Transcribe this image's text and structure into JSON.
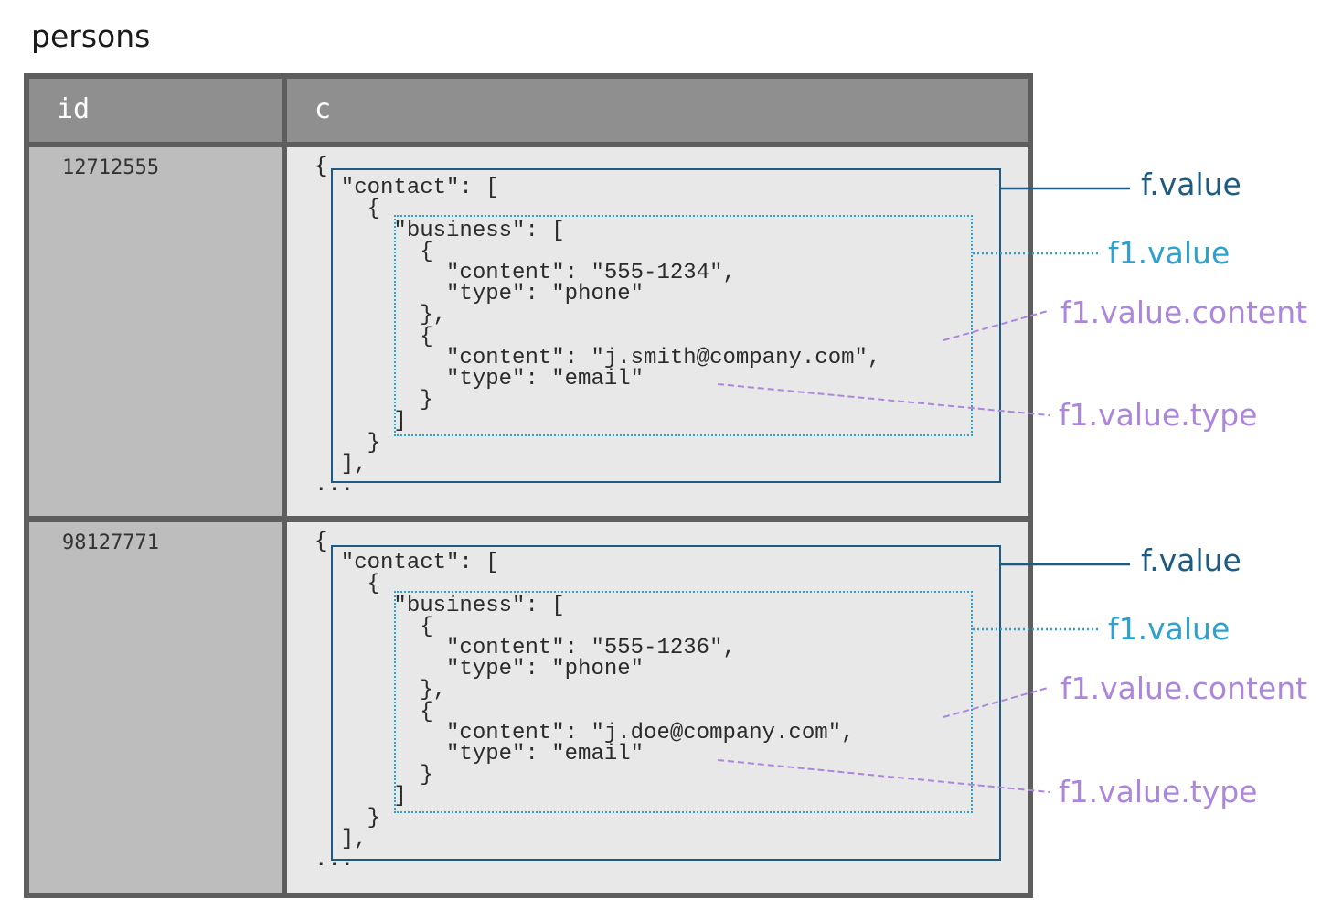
{
  "caption": "persons",
  "columns": [
    "id",
    "c"
  ],
  "rows": [
    {
      "id": "12712555",
      "json": "{\n  \"contact\": [\n    {\n      \"business\": [\n        {\n          \"content\": \"555-1234\",\n          \"type\": \"phone\"\n        },\n        {\n          \"content\": \"j.smith@company.com\",\n          \"type\": \"email\"\n        }\n      ]\n    }\n  ],\n..."
    },
    {
      "id": "98127771",
      "json": "{\n  \"contact\": [\n    {\n      \"business\": [\n        {\n          \"content\": \"555-1236\",\n          \"type\": \"phone\"\n        },\n        {\n          \"content\": \"j.doe@company.com\",\n          \"type\": \"email\"\n        }\n      ]\n    }\n  ],\n..."
    }
  ],
  "labels": {
    "f_value": "f.value",
    "f1_value": "f1.value",
    "f1_value_content": "f1.value.content",
    "f1_value_type": "f1.value.type"
  },
  "colors": {
    "f_value": "#1d5b82",
    "f1_value": "#2ea2cf",
    "sub": "#ac86dd"
  }
}
